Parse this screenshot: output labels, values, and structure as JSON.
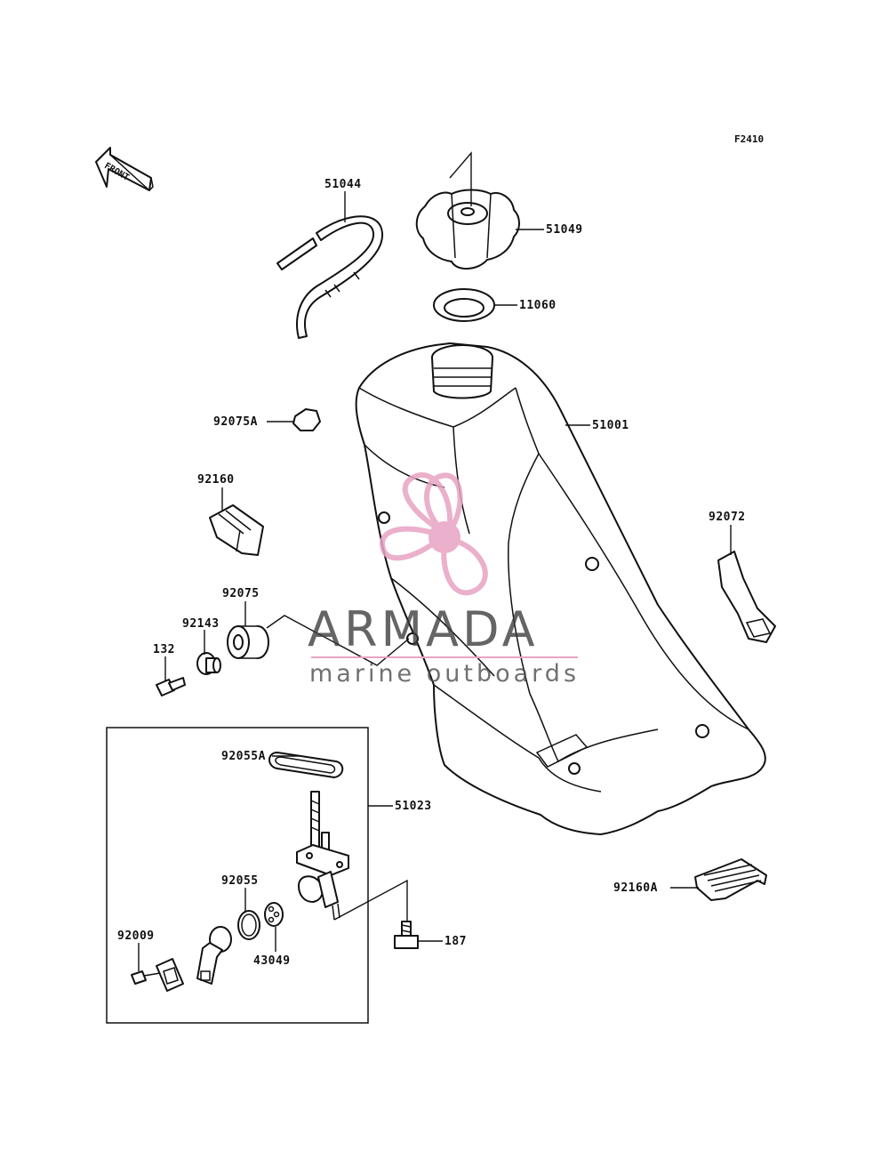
{
  "diagram_code": "F2410",
  "front_arrow_text": "FRONT",
  "watermark": {
    "name": "ARMADA",
    "tagline": "marine outboards",
    "accent_color": "#e8a3c3",
    "text_color": "#3a3a3a"
  },
  "parts": {
    "p51044": "51044",
    "p51049": "51049",
    "p11060": "11060",
    "p92075A": "92075A",
    "p51001": "51001",
    "p92160": "92160",
    "p92072": "92072",
    "p92075": "92075",
    "p92143": "92143",
    "p132": "132",
    "p92055A": "92055A",
    "p51023": "51023",
    "p92055": "92055",
    "p92009": "92009",
    "p43049": "43049",
    "p187": "187",
    "p92160A": "92160A"
  }
}
